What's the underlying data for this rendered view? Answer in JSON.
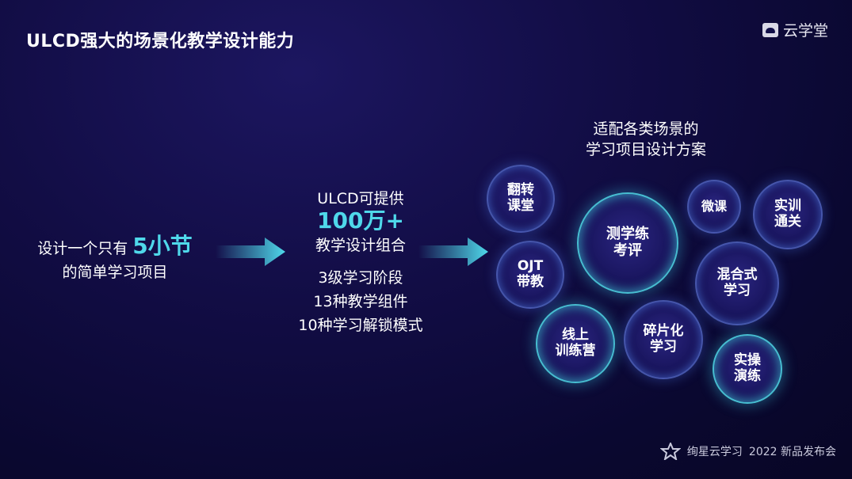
{
  "title": "ULCD强大的场景化教学设计能力",
  "brand": {
    "name": "云学堂",
    "icon": "cloud-logo-icon"
  },
  "left": {
    "prefix": "设计一个只有",
    "highlight": "5小节",
    "line2": "的简单学习项目"
  },
  "middle": {
    "line1": "ULCD可提供",
    "highlight": "100万+",
    "line3": "教学设计组合",
    "list": [
      "3级学习阶段",
      "13种教学组件",
      "10种学习解锁模式"
    ]
  },
  "right_title": {
    "line1": "适配各类场景的",
    "line2": "学习项目设计方案"
  },
  "bubbles": {
    "flip": [
      "翻转",
      "课堂"
    ],
    "ojt": [
      "OJT",
      "带教"
    ],
    "test": [
      "测学练",
      "考评"
    ],
    "micro": [
      "微课"
    ],
    "training": [
      "实训",
      "通关"
    ],
    "blended": [
      "混合式",
      "学习"
    ],
    "camp": [
      "线上",
      "训练营"
    ],
    "fragment": [
      "碎片化",
      "学习"
    ],
    "practice": [
      "实操",
      "演练"
    ]
  },
  "footer": {
    "brand": "绚星云学习",
    "event": "2022 新品发布会"
  },
  "colors": {
    "accent": "#4fd8ea",
    "background": "#0e0b3a"
  }
}
